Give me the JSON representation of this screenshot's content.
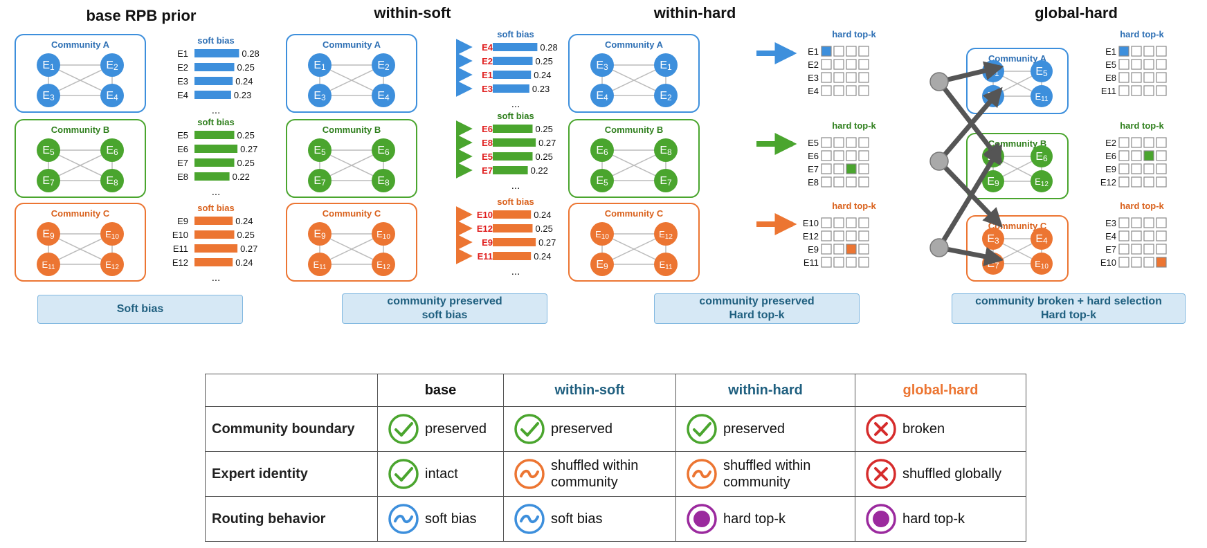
{
  "panels": [
    {
      "title": "base RPB prior",
      "caption_lines": [
        "Soft bias"
      ],
      "mode": "soft",
      "communities": [
        {
          "name": "Community A",
          "color": "#3d8fdc",
          "text_color": "#2d6fb4",
          "nodes": [
            [
              "E1",
              "1"
            ],
            [
              "E2",
              "2"
            ],
            [
              "E3",
              "3"
            ],
            [
              "E4",
              "4"
            ]
          ],
          "header": "soft bias",
          "labels": [
            "E1",
            "E2",
            "E3",
            "E4"
          ],
          "label_red": false,
          "values": [
            0.28,
            0.25,
            0.24,
            0.23
          ],
          "value_text": [
            "0.28",
            "0.25",
            "0.24",
            "0.23"
          ],
          "ellipsis": "..."
        },
        {
          "name": "Community B",
          "color": "#4aa52e",
          "text_color": "#2f7f1d",
          "nodes": [
            [
              "E5",
              "5"
            ],
            [
              "E6",
              "6"
            ],
            [
              "E7",
              "7"
            ],
            [
              "E8",
              "8"
            ]
          ],
          "header": "soft bias",
          "labels": [
            "E5",
            "E6",
            "E7",
            "E8"
          ],
          "label_red": false,
          "values": [
            0.25,
            0.27,
            0.25,
            0.22
          ],
          "value_text": [
            "0.25",
            "0.27",
            "0.25",
            "0.22"
          ],
          "ellipsis": "..."
        },
        {
          "name": "Community C",
          "color": "#ec7532",
          "text_color": "#d9611c",
          "nodes": [
            [
              "E9",
              "9"
            ],
            [
              "E10",
              "10"
            ],
            [
              "E11",
              "11"
            ],
            [
              "E12",
              "12"
            ]
          ],
          "header": "soft bias",
          "labels": [
            "E9",
            "E10",
            "E11",
            "E12"
          ],
          "label_red": false,
          "values": [
            0.24,
            0.25,
            0.27,
            0.24
          ],
          "value_text": [
            "0.24",
            "0.25",
            "0.27",
            "0.24"
          ],
          "ellipsis": "..."
        }
      ]
    },
    {
      "title": "within-soft",
      "caption_lines": [
        "community preserved",
        "soft bias"
      ],
      "mode": "soft-arrows",
      "communities": [
        {
          "name": "Community A",
          "color": "#3d8fdc",
          "text_color": "#2d6fb4",
          "nodes": [
            [
              "E1",
              "1"
            ],
            [
              "E2",
              "2"
            ],
            [
              "E3",
              "3"
            ],
            [
              "E4",
              "4"
            ]
          ],
          "header": "soft bias",
          "labels": [
            "E4",
            "E2",
            "E1",
            "E3"
          ],
          "label_red": true,
          "values": [
            0.28,
            0.25,
            0.24,
            0.23
          ],
          "value_text": [
            "0.28",
            "0.25",
            "0.24",
            "0.23"
          ],
          "ellipsis": "..."
        },
        {
          "name": "Community B",
          "color": "#4aa52e",
          "text_color": "#2f7f1d",
          "nodes": [
            [
              "E5",
              "5"
            ],
            [
              "E6",
              "6"
            ],
            [
              "E7",
              "7"
            ],
            [
              "E8",
              "8"
            ]
          ],
          "header": "soft bias",
          "labels": [
            "E6",
            "E8",
            "E5",
            "E7"
          ],
          "label_red": true,
          "values": [
            0.25,
            0.27,
            0.25,
            0.22
          ],
          "value_text": [
            "0.25",
            "0.27",
            "0.25",
            "0.22"
          ],
          "ellipsis": "..."
        },
        {
          "name": "Community C",
          "color": "#ec7532",
          "text_color": "#d9611c",
          "nodes": [
            [
              "E9",
              "9"
            ],
            [
              "E10",
              "10"
            ],
            [
              "E11",
              "11"
            ],
            [
              "E12",
              "12"
            ]
          ],
          "header": "soft bias",
          "labels": [
            "E10",
            "E12",
            "E9",
            "E11"
          ],
          "label_red": true,
          "values": [
            0.24,
            0.25,
            0.27,
            0.24
          ],
          "value_text": [
            "0.24",
            "0.25",
            "0.27",
            "0.24"
          ],
          "ellipsis": "..."
        }
      ]
    },
    {
      "title": "within-hard",
      "caption_lines": [
        "community preserved",
        "Hard top-k"
      ],
      "mode": "hard",
      "communities": [
        {
          "name": "Community A",
          "color": "#3d8fdc",
          "text_color": "#2d6fb4",
          "nodes": [
            [
              "E3",
              "3"
            ],
            [
              "E1",
              "1"
            ],
            [
              "E4",
              "4"
            ],
            [
              "E2",
              "2"
            ]
          ],
          "header": "hard top-k",
          "labels": [
            "E1",
            "E2",
            "E3",
            "E4"
          ],
          "selected": [
            [
              0,
              0
            ]
          ]
        },
        {
          "name": "Community B",
          "color": "#4aa52e",
          "text_color": "#2f7f1d",
          "nodes": [
            [
              "E6",
              "6"
            ],
            [
              "E8",
              "8"
            ],
            [
              "E5",
              "5"
            ],
            [
              "E7",
              "7"
            ]
          ],
          "header": "hard top-k",
          "labels": [
            "E5",
            "E6",
            "E7",
            "E8"
          ],
          "selected": [
            [
              2,
              2
            ]
          ]
        },
        {
          "name": "Community C",
          "color": "#ec7532",
          "text_color": "#d9611c",
          "nodes": [
            [
              "E10",
              "10"
            ],
            [
              "E12",
              "12"
            ],
            [
              "E9",
              "9"
            ],
            [
              "E11",
              "11"
            ]
          ],
          "header": "hard top-k",
          "labels": [
            "E10",
            "E12",
            "E9",
            "E11"
          ],
          "selected": [
            [
              2,
              2
            ]
          ]
        }
      ]
    },
    {
      "title": "global-hard",
      "caption_lines": [
        "community broken + hard selection",
        "Hard top-k"
      ],
      "mode": "global",
      "communities": [
        {
          "name": "Community A",
          "color": "#3d8fdc",
          "text_color": "#2d6fb4",
          "nodes": [
            [
              "E1",
              "1"
            ],
            [
              "E5",
              "5"
            ],
            [
              "E8",
              "8"
            ],
            [
              "E11",
              "11"
            ]
          ],
          "header": "hard top-k",
          "labels": [
            "E1",
            "E5",
            "E8",
            "E11"
          ],
          "selected": [
            [
              0,
              0
            ]
          ]
        },
        {
          "name": "Community B",
          "color": "#4aa52e",
          "text_color": "#2f7f1d",
          "nodes": [
            [
              "E2",
              "2"
            ],
            [
              "E6",
              "6"
            ],
            [
              "E9",
              "9"
            ],
            [
              "E12",
              "12"
            ]
          ],
          "header": "hard top-k",
          "labels": [
            "E2",
            "E6",
            "E9",
            "E12"
          ],
          "selected": [
            [
              1,
              2
            ]
          ]
        },
        {
          "name": "Community C",
          "color": "#ec7532",
          "text_color": "#d9611c",
          "nodes": [
            [
              "E3",
              "3"
            ],
            [
              "E4",
              "4"
            ],
            [
              "E7",
              "7"
            ],
            [
              "E10",
              "10"
            ]
          ],
          "header": "hard top-k",
          "labels": [
            "E3",
            "E4",
            "E7",
            "E10"
          ],
          "selected": [
            [
              3,
              3
            ]
          ]
        }
      ]
    }
  ],
  "table": {
    "headers": [
      {
        "label": "",
        "color": "#111111"
      },
      {
        "label": "base",
        "color": "#111111"
      },
      {
        "label": "within-soft",
        "color": "#1f5f7f"
      },
      {
        "label": "within-hard",
        "color": "#1f5f7f"
      },
      {
        "label": "global-hard",
        "color": "#ec7532"
      }
    ],
    "rows": [
      {
        "label": "Community boundary",
        "cells": [
          {
            "icon": "check",
            "lines": [
              "preserved"
            ]
          },
          {
            "icon": "check",
            "lines": [
              "preserved"
            ]
          },
          {
            "icon": "check",
            "lines": [
              "preserved"
            ]
          },
          {
            "icon": "cross",
            "lines": [
              "broken"
            ]
          }
        ]
      },
      {
        "label": "Expert identity",
        "cells": [
          {
            "icon": "check",
            "lines": [
              "intact"
            ]
          },
          {
            "icon": "tilde-orange",
            "lines": [
              "shuffled within",
              "community"
            ]
          },
          {
            "icon": "tilde-orange",
            "lines": [
              "shuffled within",
              "community"
            ]
          },
          {
            "icon": "cross",
            "lines": [
              "shuffled globally"
            ]
          }
        ]
      },
      {
        "label": "Routing behavior",
        "cells": [
          {
            "icon": "tilde-blue",
            "lines": [
              "soft bias"
            ]
          },
          {
            "icon": "tilde-blue",
            "lines": [
              "soft bias"
            ]
          },
          {
            "icon": "dot",
            "lines": [
              "hard top-k"
            ]
          },
          {
            "icon": "dot",
            "lines": [
              "hard top-k"
            ]
          }
        ]
      }
    ]
  },
  "icon_colors": {
    "check": "#4aa52e",
    "cross": "#d62c2c",
    "tilde-orange": "#ec7532",
    "tilde-blue": "#3d8fdc",
    "dot": "#9b2a9e"
  },
  "colors": {
    "red_label": "#e02020",
    "edge": "#bbbbbb",
    "router_gray": "#a9a9a9",
    "router_line": "#555555"
  }
}
